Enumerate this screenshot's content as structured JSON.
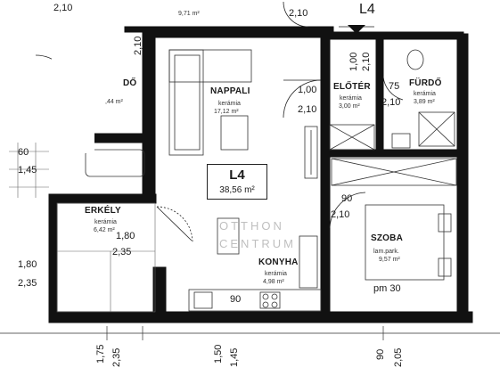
{
  "unit": {
    "code": "L4",
    "area": "38,56 m²",
    "top_marker": "L4"
  },
  "rooms": {
    "nappali": {
      "name": "NAPPALI",
      "material": "kerámia",
      "area": "17,12 m²"
    },
    "eloter": {
      "name": "ELŐTÉR",
      "material": "kerámia",
      "area": "3,00 m²"
    },
    "furdo": {
      "name": "FÜRDŐ",
      "material": "kerámia",
      "area": "3,89 m²"
    },
    "erkely": {
      "name": "ERKÉLY",
      "material": "kerámia",
      "area": "6,42 m²"
    },
    "konyha": {
      "name": "KONYHA",
      "material": "kerámia",
      "area": "4,98 m²"
    },
    "szoba": {
      "name": "SZOBA",
      "material": "lam.park.",
      "area": "9,57 m²"
    },
    "neighbor_top": {
      "area": "9,71 m²"
    },
    "neighbor_furdo": {
      "name": "DŐ",
      "area": ",44 m²"
    }
  },
  "dimensions": {
    "top_left": "2,10",
    "top_center": "2,10",
    "neighbor_door": "2,10",
    "entry_door_w": "1,00",
    "entry_door_h": "2,10",
    "bath_door_w": "75",
    "bath_door_h": "2,10",
    "entry_vert_w": "1,00",
    "entry_vert_h": "2,10",
    "neighbor_win_w": "60",
    "neighbor_win_h": "1,45",
    "szoba_door_w": "90",
    "szoba_door_h": "2,10",
    "balcony_door_w": "1,80",
    "balcony_door_h": "2,35",
    "left_door_w": "1,80",
    "left_door_h": "2,35",
    "kitchen_counter": "90",
    "szoba_pm": "pm 30",
    "bottom_1_w": "1,75",
    "bottom_1_h": "2,35",
    "bottom_2_w": "1,50",
    "bottom_2_h": "1,45",
    "bottom_3_w": "90",
    "bottom_3_h": "2,05"
  },
  "watermark": {
    "line1": "OTTHON",
    "line2": "CENTRUM"
  }
}
